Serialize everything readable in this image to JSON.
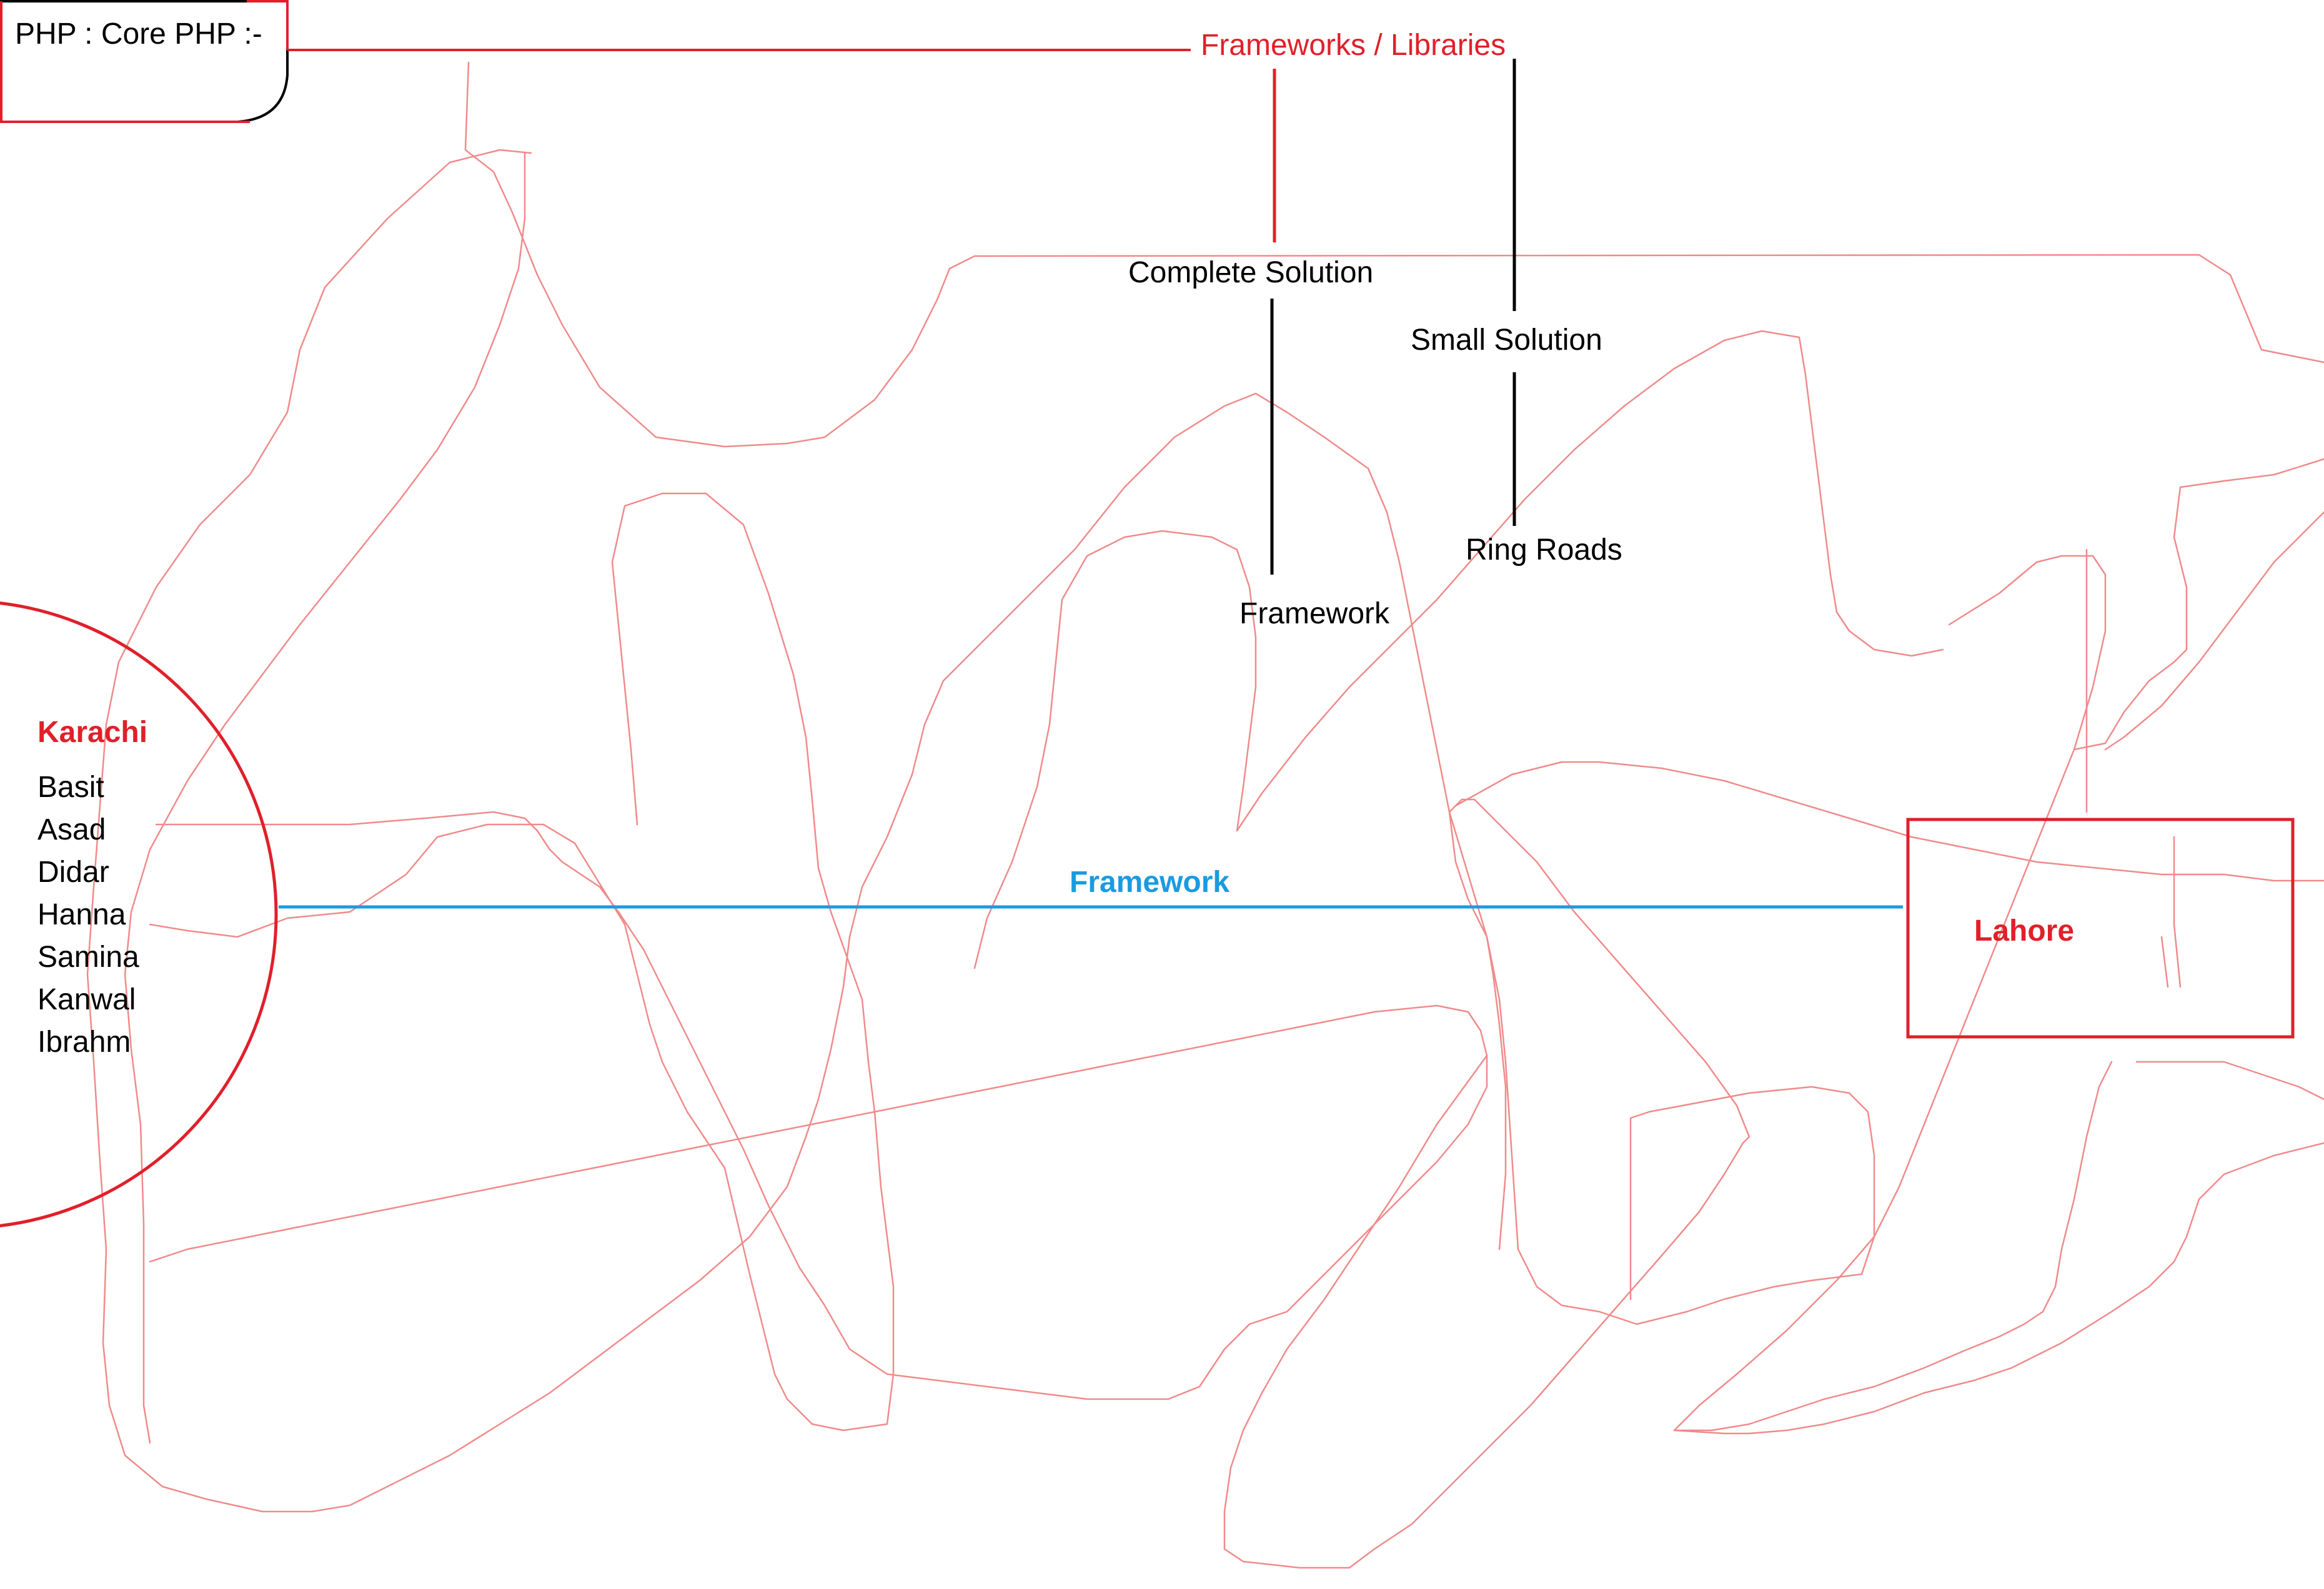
{
  "colors": {
    "accent_red": "#e0202a",
    "sketch_red": "#f08a8a",
    "framework_blue": "#1a9be0",
    "ink": "#000000"
  },
  "header": {
    "title": "PHP : Core PHP :-",
    "branch_title": "Frameworks / Libraries"
  },
  "tree": {
    "complete_solution": "Complete Solution",
    "small_solution": "Small Solution",
    "framework": "Framework",
    "ring_roads": "Ring Roads"
  },
  "karachi": {
    "title": "Karachi",
    "people": [
      "Basit",
      "Asad",
      "Didar",
      "Hanna",
      "Samina",
      "Kanwal",
      "Ibrahm"
    ]
  },
  "connection": {
    "label": "Framework"
  },
  "lahore": {
    "title": "Lahore"
  }
}
